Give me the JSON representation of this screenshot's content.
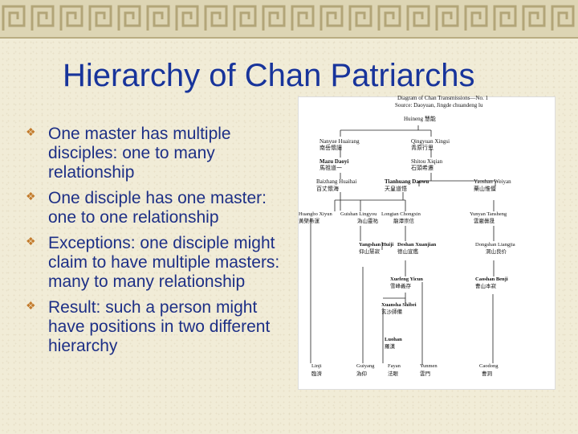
{
  "slide": {
    "title": "Hierarchy of Chan Patriarchs",
    "bullets": [
      "One master has multiple disciples: one to many relationship",
      "One disciple has one master: one to one relationship",
      "Exceptions: one disciple might claim to have multiple masters: many to many relationship",
      "Result: such a person might have positions in two different hierarchy"
    ],
    "bullet_icon": "diamond-cluster-icon",
    "colors": {
      "title": "#18349b",
      "text": "#1d2f86",
      "bullet": "#c37b2c",
      "background": "#f1ecd7"
    }
  },
  "diagram": {
    "caption_line1": "Diagram of Chan Transmissions—No. 1",
    "caption_line2": "Source: Daoyuan, Jingde chuandeng lu",
    "nodes": {
      "huineng": {
        "en": "Huineng",
        "zh": "慧能"
      },
      "nanyue": {
        "en": "Nanyue Huairang",
        "zh": "南岳懷讓"
      },
      "qingyuan": {
        "en": "Qingyuan Xingsi",
        "zh": "青原行思"
      },
      "mazu": {
        "en": "Mazu Daoyi",
        "zh": "馬祖道一"
      },
      "shitou": {
        "en": "Shitou Xiqian",
        "zh": "石頭希遷"
      },
      "baizhang": {
        "en": "Baizhang Huaihai",
        "zh": "百丈懷海"
      },
      "tianhuang": {
        "en": "Tianhuang Daowu",
        "zh": "天皇道悟"
      },
      "yaoshan": {
        "en": "Yaoshan Weiyan",
        "zh": "藥山惟儃"
      },
      "huangbo": {
        "en": "Huangbo Xiyun",
        "zh": "黃檗希運"
      },
      "guishan": {
        "en": "Guishan Lingyou",
        "zh": "溈山靈祐"
      },
      "longtan": {
        "en": "Longtan Chongxin",
        "zh": "龍潭崇信"
      },
      "yunyan": {
        "en": "Yunyan Tansheng",
        "zh": "雲巌曇晟"
      },
      "yangshan": {
        "en": "Yangshan Huiji",
        "zh": "仰山慧寂"
      },
      "deshan": {
        "en": "Deshan Xuanjian",
        "zh": "德山宣鑑"
      },
      "dongshan": {
        "en": "Dongshan Liangjia",
        "zh": "洞山良价"
      },
      "xuefeng": {
        "en": "Xuefeng Yicun",
        "zh": "雪峰義存"
      },
      "caoshan": {
        "en": "Caoshan Benji",
        "zh": "曹山本寂"
      },
      "xuansha": {
        "en": "Xuansha Shibei",
        "zh": "玄沙師備"
      },
      "luohan": {
        "en": "Luohan",
        "zh": "羅漢"
      },
      "linji": {
        "en": "Linji",
        "zh": "臨濟"
      },
      "guiyang": {
        "en": "Guiyang",
        "zh": "溈仰"
      },
      "fayan": {
        "en": "Fayan",
        "zh": "法眼"
      },
      "yunmen": {
        "en": "Yunmen",
        "zh": "雲門"
      },
      "caodong": {
        "en": "Caodong",
        "zh": "曹洞"
      }
    }
  }
}
